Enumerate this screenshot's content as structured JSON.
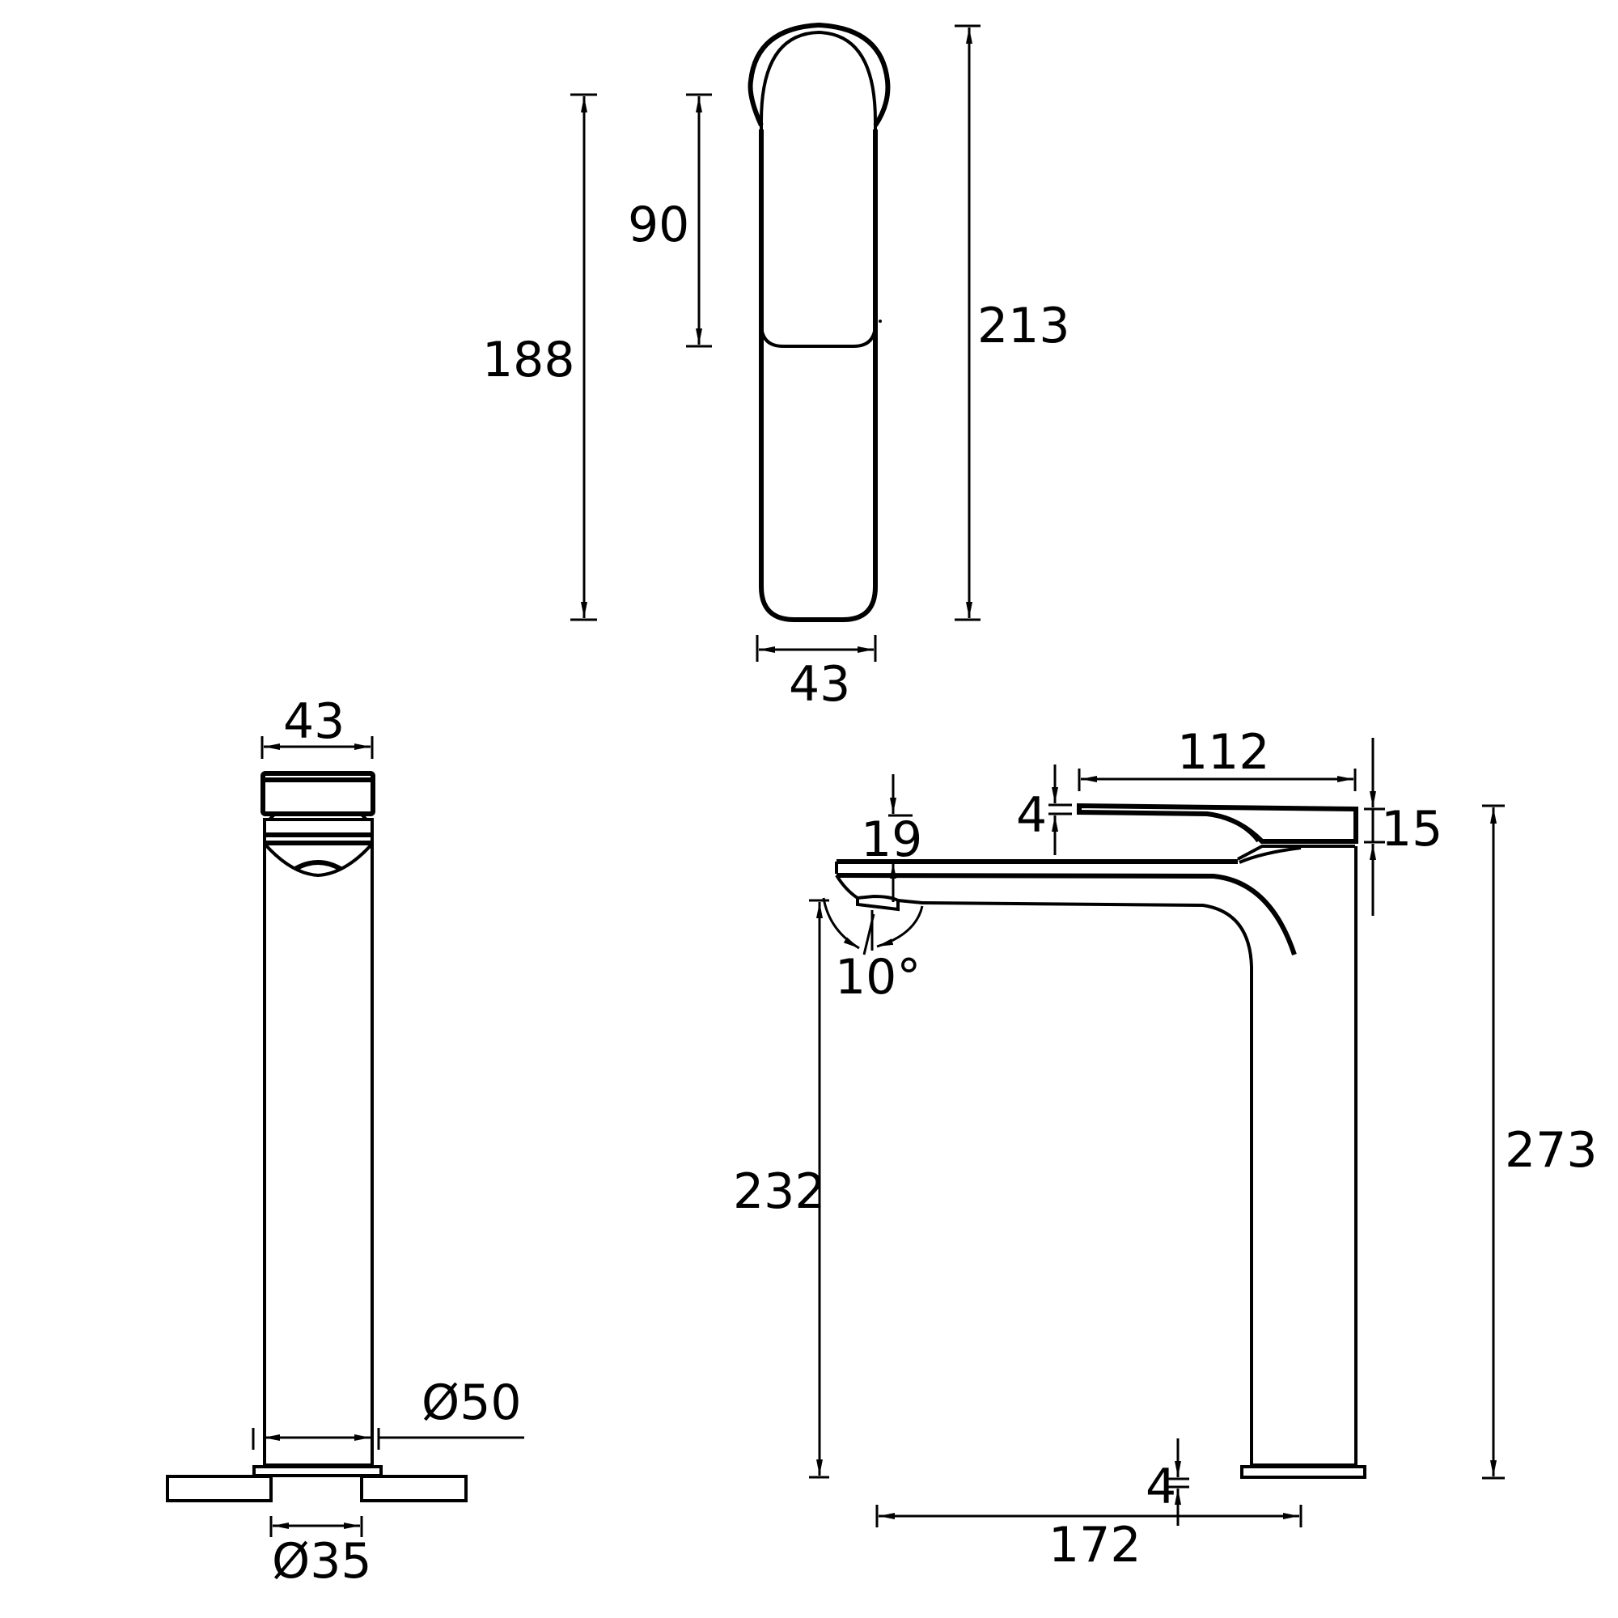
{
  "drawing": {
    "subject": "Tall basin mixer tap dimension drawing",
    "units": "mm",
    "stroke_color": "#000000",
    "background_color": "#ffffff"
  },
  "views": {
    "top": {
      "dims": {
        "overall_length": "213",
        "body_length": "188",
        "lever_length": "90",
        "width": "43"
      }
    },
    "front": {
      "dims": {
        "width": "43",
        "base_diameter": "Ø50",
        "thread_diameter": "Ø35"
      }
    },
    "side": {
      "dims": {
        "lever_reach": "112",
        "lever_thickness": "15",
        "lever_gap": "4",
        "spout_thickness": "19",
        "spout_angle": "10°",
        "spout_height": "232",
        "overall_height": "273",
        "projection": "172",
        "base_thickness": "4"
      }
    }
  }
}
